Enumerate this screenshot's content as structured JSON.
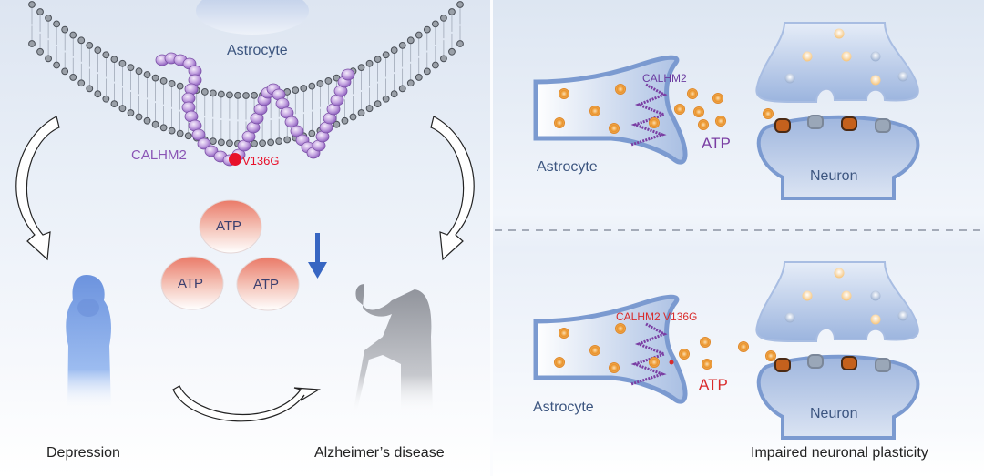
{
  "left_panel": {
    "cell_label": "Astrocyte",
    "protein_label": "CALHM2",
    "mutation_label": "V136G",
    "atp_balls": [
      "ATP",
      "ATP",
      "ATP"
    ],
    "atp_trend": "decrease",
    "conditions": [
      {
        "label": "Depression",
        "figure": "hooded-person-covering-face"
      },
      {
        "label": "Alzheimer’s disease",
        "figure": "elderly-person-with-cane"
      }
    ]
  },
  "right_panel": {
    "top_scenario": {
      "astrocyte_label": "Astrocyte",
      "channel_label": "CALHM2",
      "atp_label": "ATP",
      "neuron_label": "Neuron"
    },
    "bottom_scenario": {
      "astrocyte_label": "Astrocyte",
      "channel_label": "CALHM2 V136G",
      "atp_label": "ATP",
      "neuron_label": "Neuron"
    },
    "caption": "Impaired neuronal plasticity"
  },
  "colors": {
    "protein": "#9b6cc4",
    "mutation": "#e8102a",
    "label_blue": "#3d5680",
    "atp_red": "#d92b2b",
    "atp_purple": "#7a3ea3",
    "atp_vesicle": "#e8952a",
    "membrane_blue": "#8faad6",
    "down_arrow": "#3766c2"
  }
}
